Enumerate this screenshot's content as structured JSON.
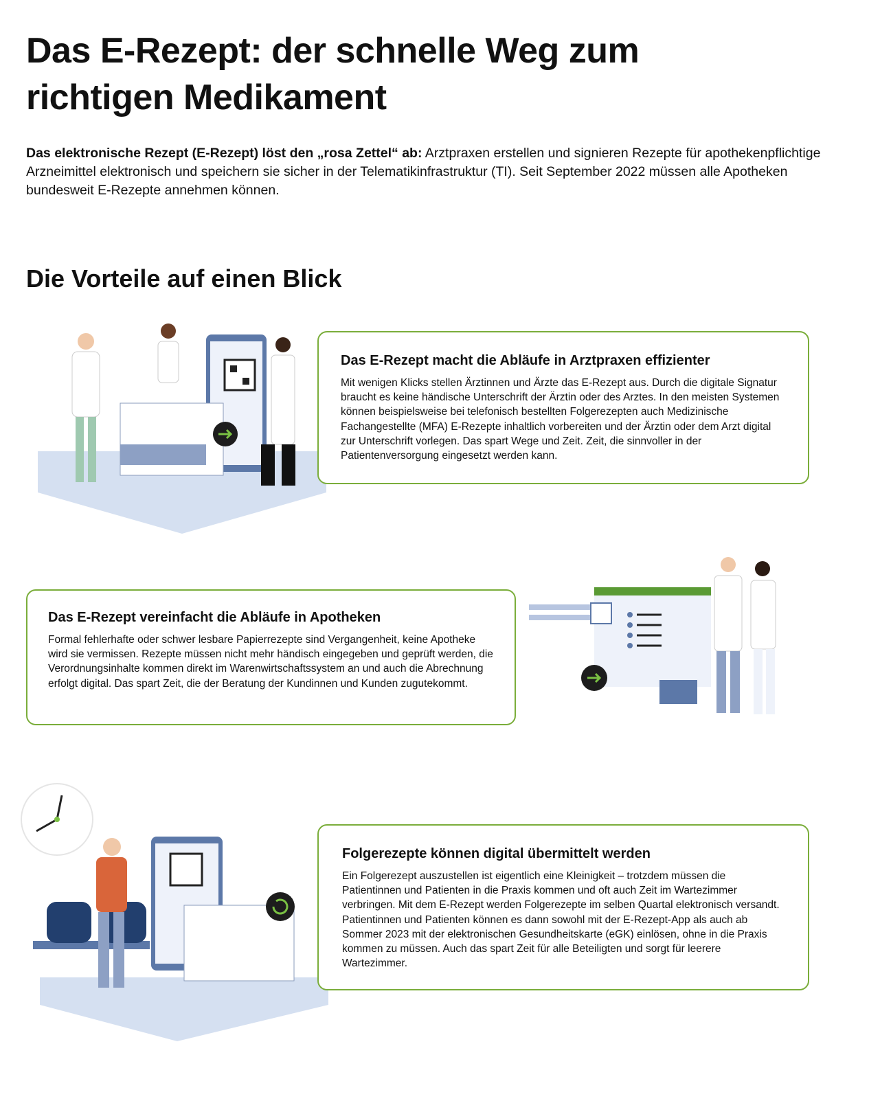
{
  "title": "Das E-Rezept: der schnelle Weg zum richtigen Medikament",
  "intro": {
    "lead": "Das elektronische Rezept (E-Rezept) löst den „rosa Zettel“ ab:",
    "text": " Arztpraxen erstellen und signieren Rezepte für apothekenpflichtige Arzneimittel elektronisch und speichern sie sicher in der Telematikinfrastruktur (TI). Seit September 2022 müssen alle Apotheken bundesweit E-Rezepte annehmen können."
  },
  "section_heading": "Die Vorteile auf einen Blick",
  "benefits": [
    {
      "heading": "Das E-Rezept macht die Abläufe in Arztpraxen effizienter",
      "text": "Mit wenigen Klicks stellen Ärztinnen und Ärzte das E-Rezept aus. Durch die digitale Signatur braucht es keine händische Unterschrift der Ärztin oder des Arztes. In den meisten Systemen können beispielsweise bei telefonisch bestellten Folgere­zepten auch Medizinische Fachangestellte (MFA) E-Rezepte inhaltlich vorbereiten und der Ärztin oder dem Arzt digital zur Unterschrift vorlegen. Das spart Wege und Zeit. Zeit, die sinnvoller in der Patientenversorgung eingesetzt werden kann."
    },
    {
      "heading": "Das E-Rezept vereinfacht die Abläufe in Apotheken",
      "text": "Formal fehlerhafte oder schwer lesbare Papierrezepte sind Vergangenheit, keine Apotheke wird sie vermissen. Rezepte müssen nicht mehr händisch eingegeben und geprüft werden, die Verordnungsinhalte kommen direkt im Warenwirtschafts­system an und auch die Abrechnung erfolgt digital. Das spart Zeit, die der Beratung der Kundinnen und Kunden zugutekommt."
    },
    {
      "heading": "Folgerezepte können digital übermittelt werden",
      "text": "Ein Folgerezept auszustellen ist eigentlich eine Kleinigkeit – trotzdem müssen die Patientinnen und Patienten in die Praxis kommen und oft auch Zeit im Wartezim­mer verbringen. Mit dem E-Rezept werden Folgerezepte im selben Quartal elektronisch versandt. Patientinnen und Patienten können es dann sowohl mit der E-Rezept-App als auch ab Sommer 2023 mit der elektronischen Gesundheitskarte (eGK) einlösen, ohne in die Praxis kommen zu müssen. Auch das spart Zeit für alle Beteiligten und sorgt für leerere Wartezimmer."
    }
  ],
  "colors": {
    "accent_green": "#7aad3a",
    "illustration_blue": "#c9d6ec",
    "navy": "#2d4a7a"
  }
}
